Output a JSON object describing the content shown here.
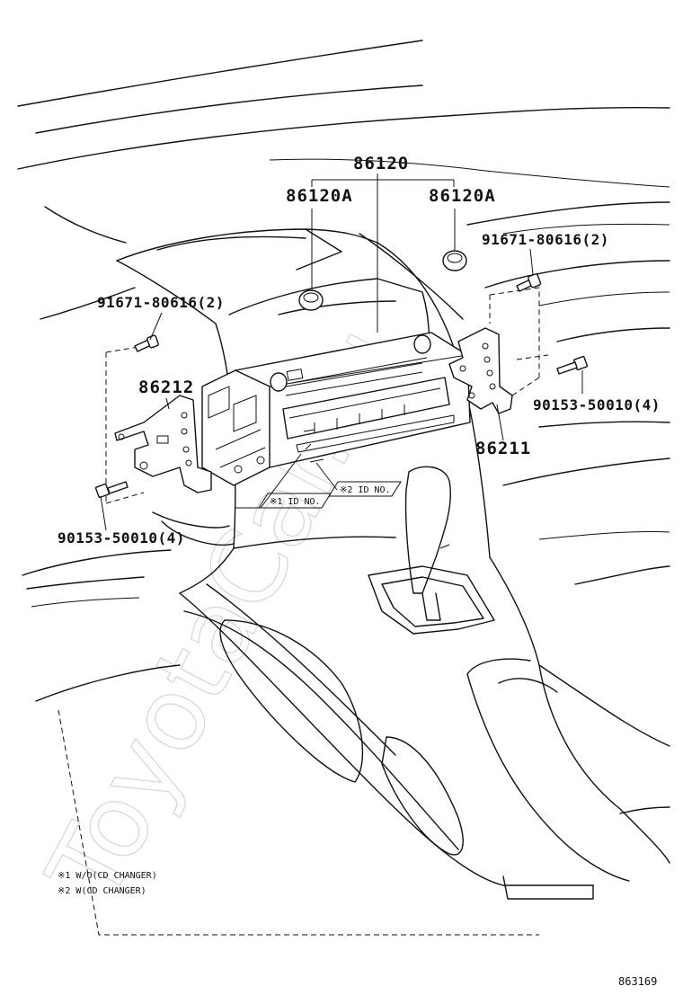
{
  "watermark": "ToyotaCar.ru",
  "callouts": {
    "radio_assembly": "86120",
    "knob_left": "86120A",
    "knob_right": "86120A",
    "screw_upper_left": "91671-80616(2)",
    "screw_upper_right": "91671-80616(2)",
    "bracket_left": "86212",
    "bracket_right": "86211",
    "bolt_right": "90153-50010(4)",
    "bolt_left": "90153-50010(4)"
  },
  "id_tags": {
    "tag1": "※1 ID NO.",
    "tag2": "※2 ID NO."
  },
  "notes": [
    "※1  W/O(CD CHANGER)",
    "※2  W(CD CHANGER)"
  ],
  "figure_number": "863169",
  "colors": {
    "line": "#111111",
    "background": "#ffffff",
    "watermark": "#d8d8d8"
  }
}
